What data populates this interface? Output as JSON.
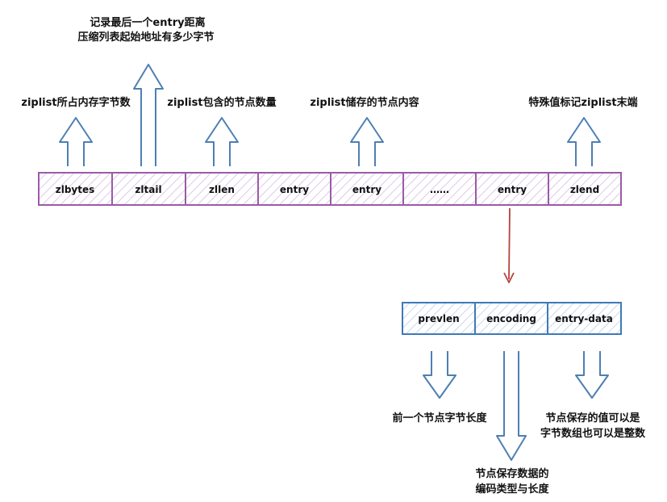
{
  "colors": {
    "ziplist_border": "#9b5aa8",
    "ziplist_hatch": "#d7c6e3",
    "entry_border": "#3e79b8",
    "entry_hatch": "#c7d8ec",
    "arrow_stroke": "#4d7fb3",
    "pointer_arrow": "#b5423c",
    "text": "#111111"
  },
  "ziplist": {
    "cells": [
      "zlbytes",
      "zltail",
      "zllen",
      "entry",
      "entry",
      "……",
      "entry",
      "zlend"
    ]
  },
  "ziplist_labels": {
    "zlbytes": "ziplist所占内存字节数",
    "zltail_line1": "记录最后一个entry距离",
    "zltail_line2": "压缩列表起始地址有多少字节",
    "zllen": "ziplist包含的节点数量",
    "entries": "ziplist储存的节点内容",
    "zlend": "特殊值标记ziplist末端"
  },
  "entry": {
    "cells": [
      "prevlen",
      "encoding",
      "entry-data"
    ]
  },
  "entry_labels": {
    "prevlen": "前一个节点字节长度",
    "encoding_line1": "节点保存数据的",
    "encoding_line2": "编码类型与长度",
    "data_line1": "节点保存的值可以是",
    "data_line2": "字节数组也可以是整数"
  }
}
